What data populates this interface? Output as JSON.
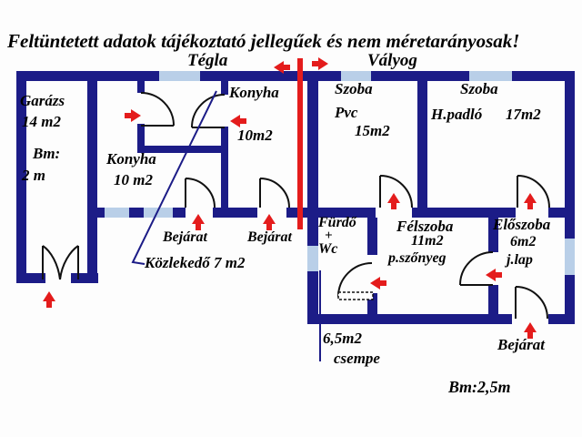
{
  "disclaimer": "Feltüntetett adatok tájékoztató jellegűek és nem méretarányosak!",
  "construction": {
    "left_section": "Tégla",
    "right_section": "Vályog"
  },
  "rooms": {
    "garage": {
      "name": "Garázs",
      "area": "14 m2",
      "height_label": "Bm:",
      "height_value": "2 m"
    },
    "kitchen_left": {
      "name": "Konyha",
      "area": "10 m2"
    },
    "kitchen_right": {
      "name": "Konyha",
      "area": "10m2"
    },
    "hallway": {
      "label": "Közlekedő 7 m2"
    },
    "room_west": {
      "name": "Szoba",
      "floor": "Pvc",
      "area": "15m2"
    },
    "room_east": {
      "name": "Szoba",
      "floor": "H.padló",
      "area": "17m2"
    },
    "bathroom": {
      "name": "Fürdő",
      "plus": "+",
      "wc": "Wc",
      "area": "6,5m2",
      "floor": "csempe"
    },
    "half_room": {
      "name": "Félszoba",
      "area": "11m2",
      "floor": "p.szőnyeg"
    },
    "entry_hall": {
      "name": "Előszoba",
      "area": "6m2",
      "floor": "j.lap"
    }
  },
  "labels": {
    "entrance": "Bejárat",
    "ceiling_height": "Bm:2,5m"
  },
  "colors": {
    "wall": "#1c1c87",
    "window": "#b9cfe8",
    "red": "#e41c1c"
  }
}
